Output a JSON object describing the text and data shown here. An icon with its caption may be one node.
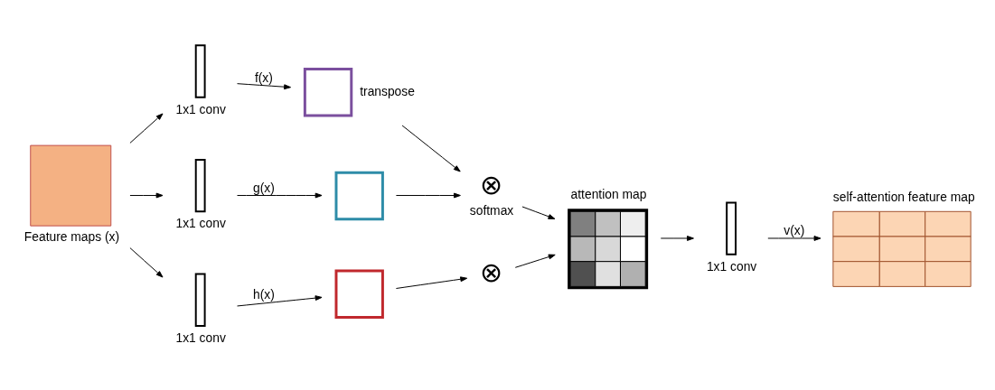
{
  "diagram": {
    "nodes": [
      {
        "text": [
          "Feature maps (x)"
        ]
      },
      {
        "text": [
          "1x1 conv"
        ]
      },
      {
        "text": [],
        "shape": "box",
        "beside": [
          "transpose"
        ]
      },
      {
        "text": [
          "1x1 conv"
        ]
      },
      {
        "text": [],
        "shape": "box"
      },
      {
        "text": [
          "1x1 conv"
        ]
      },
      {
        "text": [],
        "shape": "box"
      },
      {
        "text": [
          "⊗"
        ],
        "beside": [
          "softmax"
        ]
      },
      {
        "text": [
          "attention map"
        ]
      },
      {
        "text": [
          "⊗"
        ]
      },
      {
        "text": [
          "1x1 conv"
        ]
      },
      {
        "text": [
          "self-attention feature map"
        ]
      }
    ],
    "edges": [
      {
        "from": 0,
        "to": 1,
        "arrow": "to"
      },
      {
        "from": 1,
        "to": 2,
        "arrow": "to",
        "label": "f(x)"
      },
      {
        "from": 0,
        "to": 3,
        "arrow": "to"
      },
      {
        "from": 3,
        "to": 4,
        "arrow": "to",
        "label": "g(x)"
      },
      {
        "from": 0,
        "to": 5,
        "arrow": "to"
      },
      {
        "from": 5,
        "to": 6,
        "arrow": "to",
        "label": "h(x)"
      },
      {
        "from": 2,
        "to": 7,
        "arrow": "to"
      },
      {
        "from": 4,
        "to": 7,
        "arrow": "to"
      },
      {
        "from": 7,
        "to": 8,
        "arrow": "to"
      },
      {
        "from": 6,
        "to": 9,
        "arrow": "to"
      },
      {
        "from": 9,
        "to": 8,
        "arrow": "to"
      },
      {
        "from": 8,
        "to": 10,
        "arrow": "to"
      },
      {
        "from": 10,
        "to": 11,
        "arrow": "to",
        "label": "v(x)"
      }
    ]
  }
}
